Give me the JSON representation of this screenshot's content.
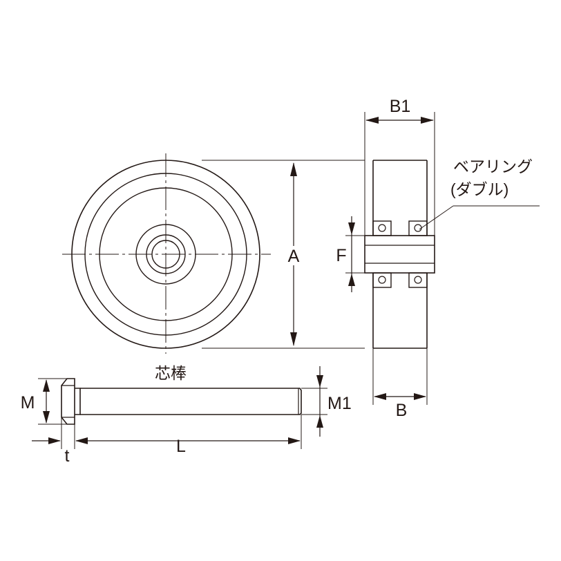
{
  "labels": {
    "A": "A",
    "B": "B",
    "B1": "B1",
    "F": "F",
    "M": "M",
    "M1": "M1",
    "L": "L",
    "t": "t",
    "shaft": "芯棒",
    "bearing_line1": "ベアリング",
    "bearing_line2": "(ダブル)"
  },
  "colors": {
    "line": "#231815",
    "background": "#ffffff"
  }
}
